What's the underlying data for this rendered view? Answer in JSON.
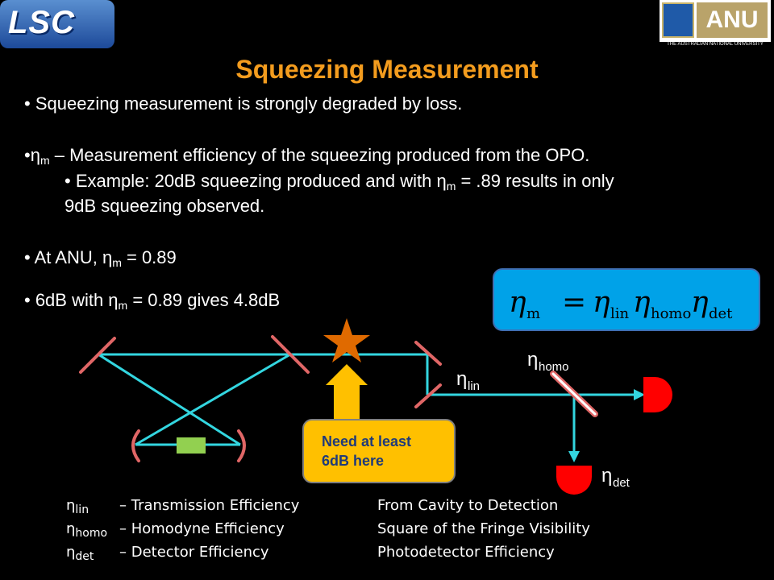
{
  "logos": {
    "lsc_text": "LSC",
    "anu_text": "ANU",
    "anu_subtitle": "THE AUSTRALIAN NATIONAL UNIVERSITY"
  },
  "title": "Squeezing Measurement",
  "bullets": {
    "b1": "• Squeezing measurement is strongly degraded by loss.",
    "b2_prefix": "•η",
    "b2_sub": "m",
    "b2_rest": " – Measurement efficiency of the squeezing produced from the OPO.",
    "b3_prefix": "• Example: 20dB squeezing produced and with η",
    "b3_sub": "m",
    "b3_rest": " = .89 results in only",
    "b3_line2": "9dB squeezing observed.",
    "b4_prefix": "• At  ANU, η",
    "b4_sub": "m",
    "b4_rest": " = 0.89",
    "b5_prefix": "• 6dB with η",
    "b5_sub": "m",
    "b5_rest": " = 0.89 gives 4.8dB"
  },
  "equation": {
    "lhs": "η",
    "lhs_sub": "m",
    "eq": "=",
    "t1": "η",
    "t1_sub": "lin",
    "t2": "η",
    "t2_sub": "homo",
    "t3": "η",
    "t3_sub": "det"
  },
  "callout": {
    "text": "Need at least\n6dB here"
  },
  "diagram_labels": {
    "eta": "η",
    "lin": "lin",
    "homo": "homo",
    "det": "det"
  },
  "legend": [
    {
      "sym": "η",
      "sub": "lin",
      "desc": "– Transmission Efficiency",
      "arrow": "",
      "note": "From Cavity to Detection"
    },
    {
      "sym": "η",
      "sub": "homo",
      "desc": "– Homodyne Efficiency",
      "arrow": "",
      "note": "Square of the Fringe Visibility"
    },
    {
      "sym": "η",
      "sub": "det",
      "desc": "– Detector Efficiency",
      "arrow": "",
      "note": "Photodetector Efficiency"
    }
  ],
  "colors": {
    "title": "#f39c1e",
    "beam": "#33d6e0",
    "mirror": "#e06666",
    "detector": "#ff0000",
    "crystal": "#92d050",
    "star": "#e06a00",
    "callout": "#ffc000",
    "equation_box": "#00a2e8"
  }
}
